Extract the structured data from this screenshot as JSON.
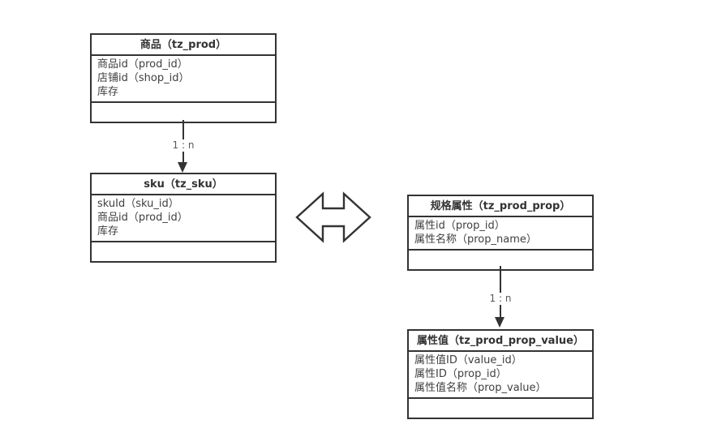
{
  "diagram": {
    "type": "er-diagram",
    "background_color": "#ffffff",
    "shape_border_color": "#333333",
    "text_color": "#404040",
    "relation_label_color": "#595959",
    "tables": [
      {
        "title": "商品（tz_prod）",
        "fields": [
          "商品id（prod_id）",
          "店铺id（shop_id）",
          "库存"
        ]
      },
      {
        "title": "sku（tz_sku）",
        "fields": [
          "skuId（sku_id）",
          "商品id（prod_id）",
          "库存"
        ]
      },
      {
        "title": "规格属性（tz_prod_prop）",
        "fields": [
          "属性id（prop_id）",
          "属性名称（prop_name）"
        ]
      },
      {
        "title": "属性值（tz_prod_prop_value）",
        "fields": [
          "属性值ID（value_id）",
          "属性ID（prop_id）",
          "属性值名称（prop_value）"
        ]
      }
    ],
    "relations": [
      {
        "from": "商品（tz_prod）",
        "to": "sku（tz_sku）",
        "label": "1 : n"
      },
      {
        "from": "规格属性（tz_prod_prop）",
        "to": "属性值（tz_prod_prop_value）",
        "label": "1 : n"
      }
    ]
  }
}
